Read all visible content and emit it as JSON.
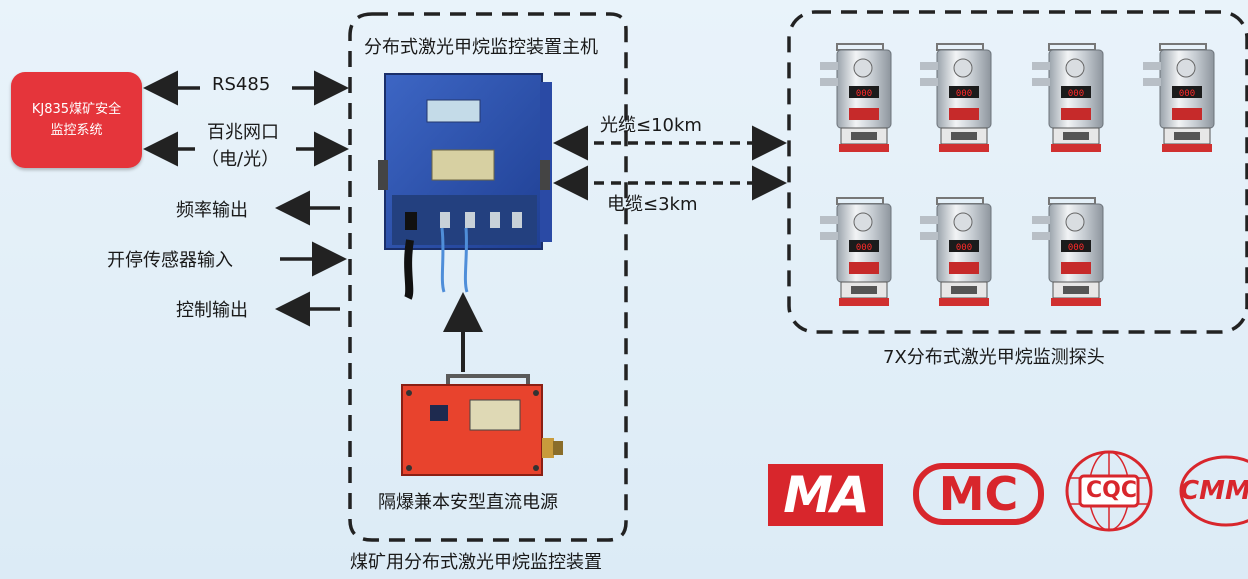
{
  "system_box": {
    "line1": "KJ835煤矿安全",
    "line2": "监控系统"
  },
  "left_labels": {
    "rs485": "RS485",
    "net_line1": "百兆网口",
    "net_line2": "（电/光）",
    "freq": "频率输出",
    "sensor": "开停传感器输入",
    "control": "控制输出"
  },
  "host_title": "分布式激光甲烷监控装置主机",
  "cable_labels": {
    "optical": "光缆≤10km",
    "electric": "电缆≤3km"
  },
  "probes_caption": "7X分布式激光甲烷监测探头",
  "power_caption": "隔爆兼本安型直流电源",
  "system_caption": "煤矿用分布式激光甲烷监控装置",
  "logos": {
    "ma": "MA",
    "mc": "MC",
    "cqc": "CQC",
    "cmm": "CMM"
  },
  "probe_display": "000",
  "colors": {
    "accent_red": "#d8262c",
    "box_red": "#e5353b",
    "host_blue": "#2f57b4"
  }
}
